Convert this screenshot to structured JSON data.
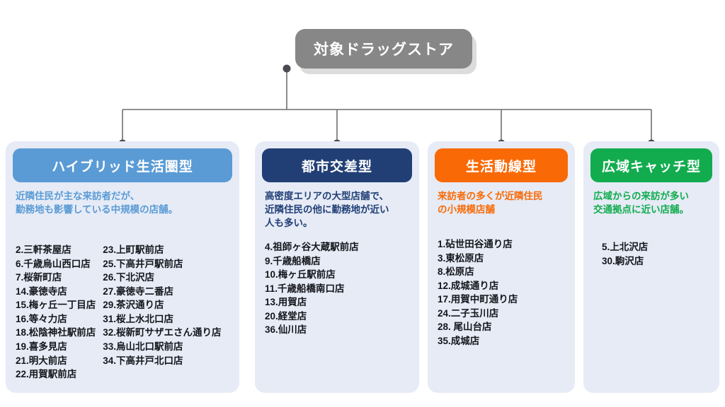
{
  "diagram": {
    "type": "org-tree",
    "root": {
      "label": "対象ドラッグストア",
      "color": "#878787"
    },
    "branches": [
      {
        "id": "hybrid",
        "title": "ハイブリッド生活圏型",
        "color": "#5a9bd5",
        "description": "近隣住民が主な来訪者だが、\n勤務地も影響している中規模の店舗。",
        "store_columns": [
          [
            "2.三軒茶屋店",
            "6.千歳烏山西口店",
            "7.桜新町店",
            "14.豪徳寺店",
            "15.梅ヶ丘一丁目店",
            "16.等々力店",
            "18.松陰神社駅前店",
            "19.喜多見店",
            "21.明大前店",
            "22.用賀駅前店"
          ],
          [
            "23.上町駅前店",
            "25.下高井戸駅前店",
            "26.下北沢店",
            "27.豪徳寺二番店",
            "29.茶沢通り店",
            "31.桜上水北口店",
            "32.桜新町サザエさん通り店",
            "33.烏山北口駅前店",
            "34.下高井戸北口店"
          ]
        ]
      },
      {
        "id": "urban-crossing",
        "title": "都市交差型",
        "color": "#213f75",
        "description": "高密度エリアの大型店舗で、\n近隣住民の他に勤務地が近い\n人も多い。",
        "store_columns": [
          [
            "4.祖師ヶ谷大蔵駅前店",
            "9.千歳船橋店",
            "10.梅ヶ丘駅前店",
            "11.千歳船橋南口店",
            "13.用賀店",
            "20.経堂店",
            "36.仙川店"
          ]
        ]
      },
      {
        "id": "daily-route",
        "title": "生活動線型",
        "color": "#f96a06",
        "description": "来訪者の多くが近隣住民\nの小規模店舗",
        "store_columns": [
          [
            "1.砧世田谷通り店",
            "3.東松原店",
            "8.松原店",
            "12.成城通り店",
            "17.用賀中町通り店",
            "24.二子玉川店",
            "28. 尾山台店",
            "35.成城店"
          ]
        ]
      },
      {
        "id": "wide-catch",
        "title": "広域キャッチ型",
        "color": "#12ac4f",
        "description": "広域からの来訪が多い\n交通拠点に近い店舗。",
        "store_columns": [
          [
            "5.上北沢店",
            "30.駒沢店"
          ]
        ]
      }
    ],
    "connector": {
      "line_color": "#6f6f6f",
      "node_color": "#4a4a52"
    }
  }
}
